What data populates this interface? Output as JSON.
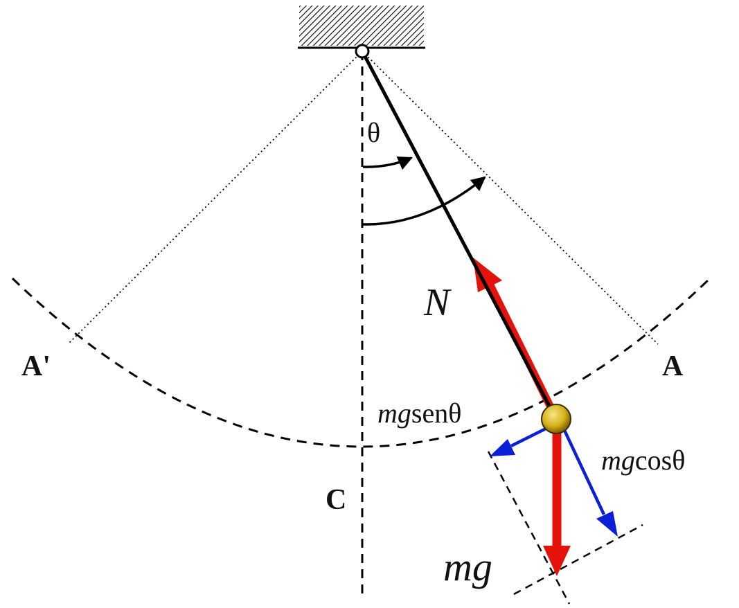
{
  "labels": {
    "theta": "θ",
    "normal_force": "N",
    "point_a": "A",
    "point_a_prime": "A'",
    "point_c": "C",
    "weight": "mg",
    "tangential": {
      "m_g": "mg",
      "rest": "senθ"
    },
    "radial": {
      "m_g": "mg",
      "rest": "cosθ"
    }
  },
  "colors": {
    "line": "#000000",
    "force_main": "#e3120b",
    "force_component": "#0a1fd8",
    "bob": "#d6b318"
  }
}
